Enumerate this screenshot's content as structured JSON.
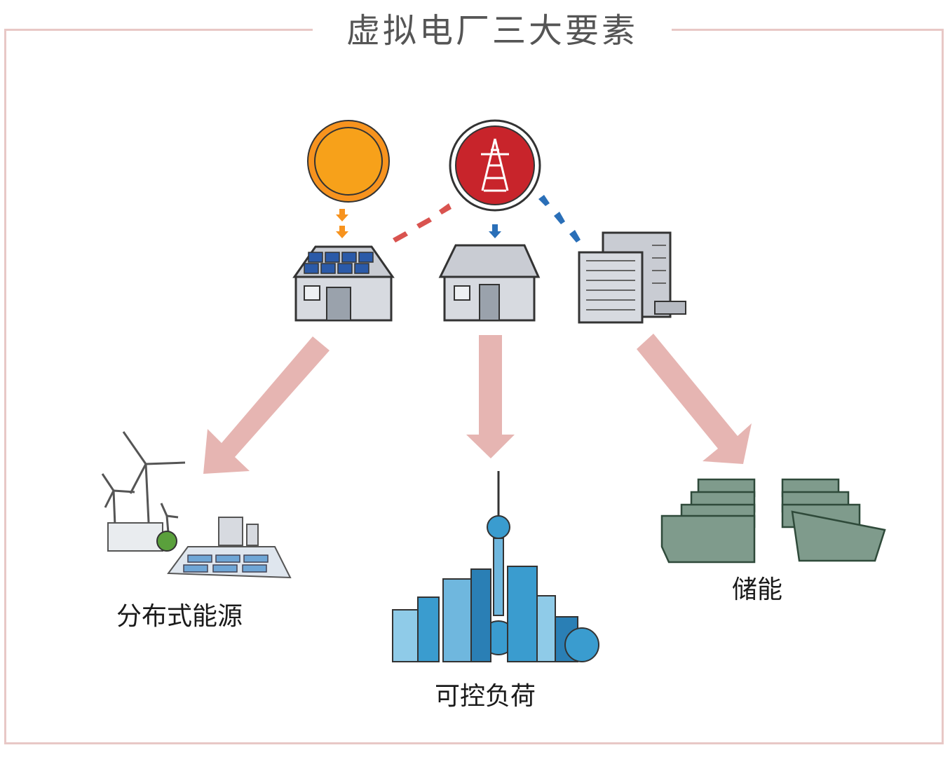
{
  "diagram": {
    "title": "虚拟电厂三大要素",
    "elements": [
      {
        "label": "分布式能源"
      },
      {
        "label": "可控负荷"
      },
      {
        "label": "储能"
      }
    ]
  },
  "colors": {
    "frame": "#e8c8c6",
    "big_arrow": "#e6b5b2",
    "sun": "#f7931e",
    "grid_badge": "#c8242b",
    "red_flow": "#d9534f",
    "blue_flow": "#2a6fb8",
    "battery": "#6b8a7a",
    "city": "#3a9ccf"
  }
}
